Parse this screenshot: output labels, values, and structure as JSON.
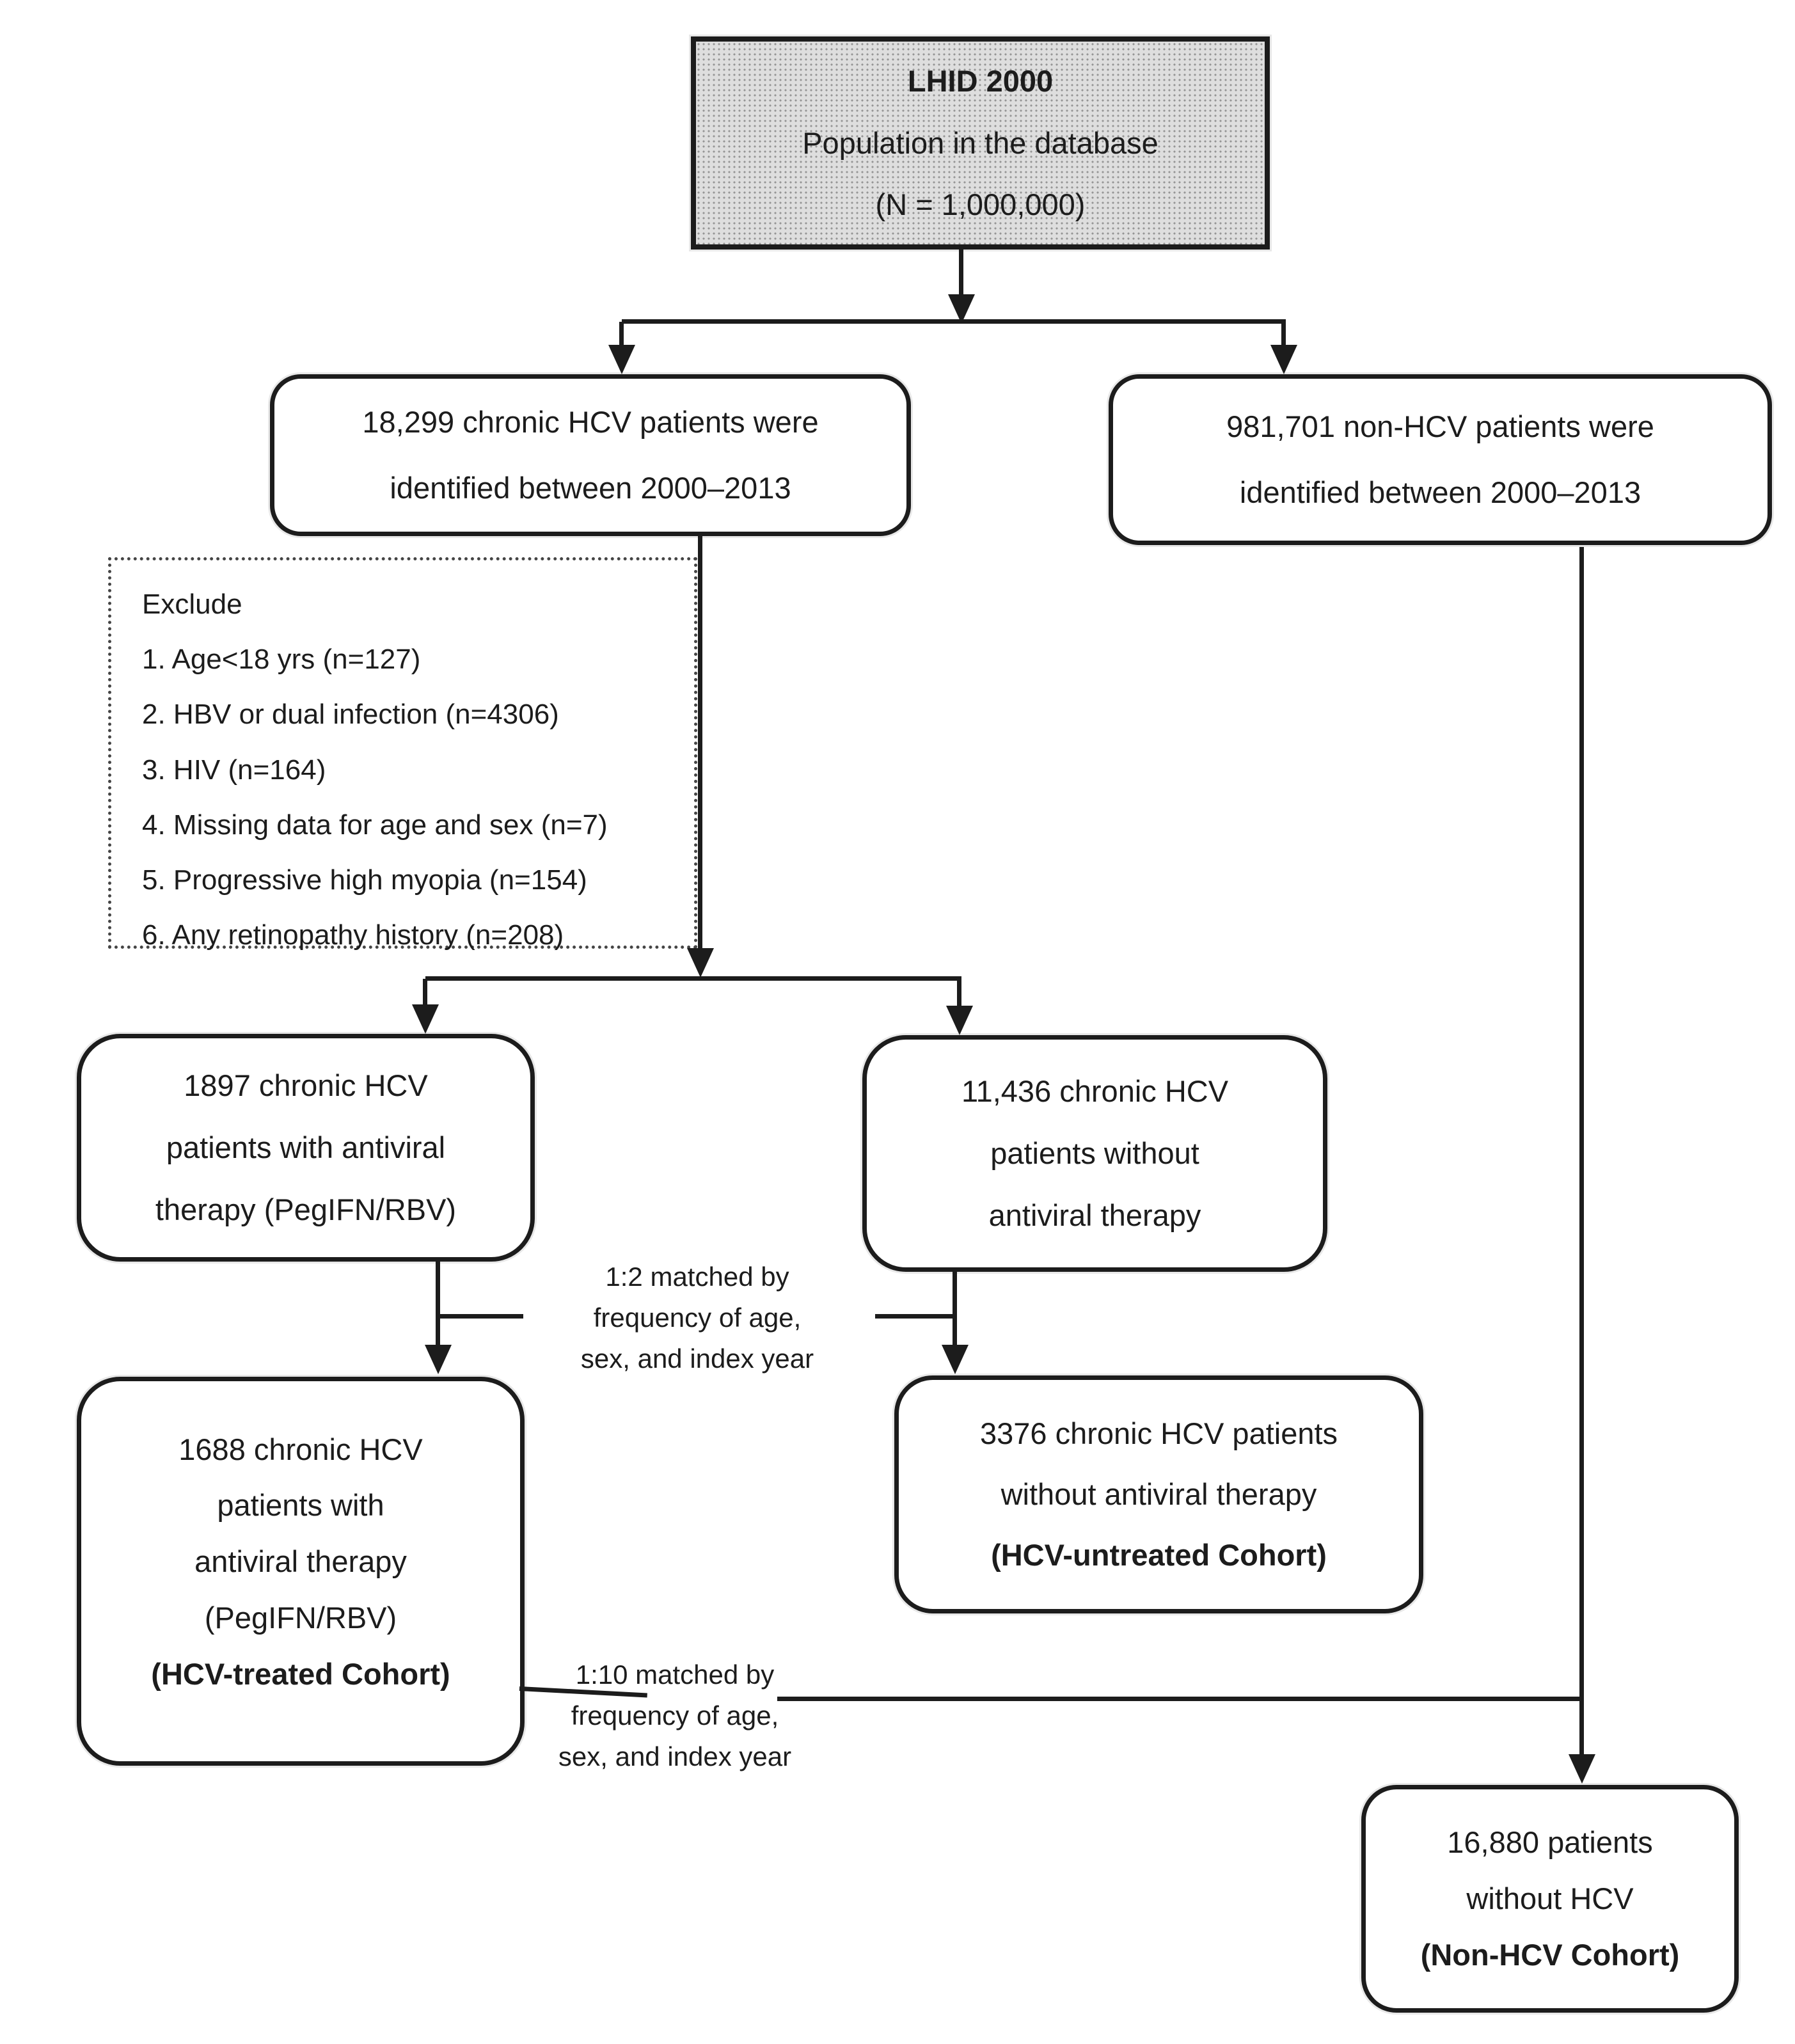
{
  "flowchart": {
    "colors": {
      "ink": "#1c1c1c",
      "top_box_fill": "#dedede",
      "background": "#ffffff"
    },
    "top_box": {
      "lines": [
        "LHID 2000",
        "Population in the database",
        "(N = 1,000,000)"
      ]
    },
    "hcv_identified_box": {
      "lines": [
        "18,299 chronic HCV patients were",
        "identified between 2000–2013"
      ]
    },
    "non_hcv_identified_box": {
      "lines": [
        "981,701 non-HCV patients were",
        "identified between 2000–2013"
      ]
    },
    "exclude_box": {
      "title": "Exclude",
      "items": [
        "1. Age<18 yrs (n=127)",
        "2. HBV or dual infection (n=4306)",
        "3. HIV (n=164)",
        "4. Missing data for age and sex (n=7)",
        "5. Progressive high myopia (n=154)",
        "6. Any retinopathy history (n=208)"
      ]
    },
    "antiviral_therapy_box": {
      "lines": [
        "1897 chronic HCV",
        "patients with antiviral",
        "therapy (PegIFN/RBV)"
      ]
    },
    "no_antiviral_therapy_box": {
      "lines": [
        "11,436 chronic HCV",
        "patients without",
        "antiviral therapy"
      ]
    },
    "match_1_2_label": {
      "lines": [
        "1:2 matched by",
        "frequency of age,",
        "sex, and index year"
      ]
    },
    "hcv_treated_cohort_box": {
      "lines": [
        "1688 chronic HCV",
        "patients with",
        "antiviral therapy",
        "(PegIFN/RBV)"
      ],
      "bold_line": "(HCV-treated Cohort)"
    },
    "hcv_untreated_cohort_box": {
      "lines": [
        "3376 chronic HCV patients",
        "without antiviral therapy"
      ],
      "bold_line": "(HCV-untreated Cohort)"
    },
    "match_1_10_label": {
      "lines": [
        "1:10 matched by",
        "frequency of age,",
        "sex, and index year"
      ]
    },
    "non_hcv_cohort_box": {
      "lines": [
        "16,880 patients",
        "without HCV"
      ],
      "bold_line": "(Non-HCV Cohort)"
    }
  }
}
